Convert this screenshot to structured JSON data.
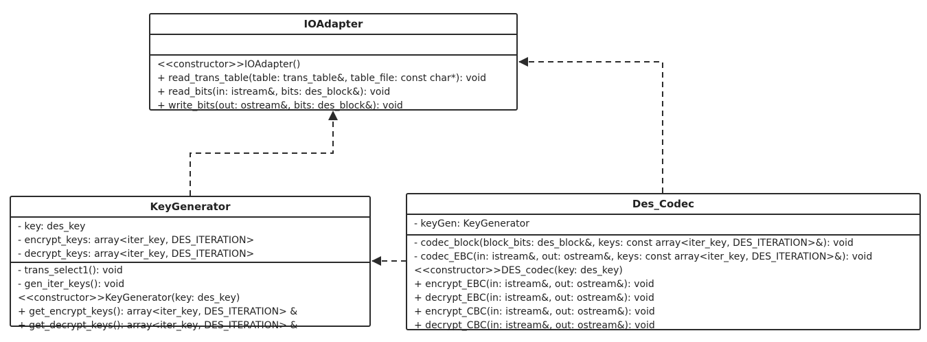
{
  "classes": {
    "ioadapter": {
      "name": "IOAdapter",
      "attributes": [],
      "operations": [
        "<<constructor>>IOAdapter()",
        "+ read_trans_table(table: trans_table&, table_file: const char*): void",
        "+ read_bits(in: istream&, bits: des_block&): void",
        "+ write_bits(out: ostream&, bits: des_block&): void"
      ]
    },
    "keygenerator": {
      "name": "KeyGenerator",
      "attributes": [
        "- key: des_key",
        "- encrypt_keys: array<iter_key, DES_ITERATION>",
        "- decrypt_keys: array<iter_key, DES_ITERATION>"
      ],
      "operations": [
        "- trans_select1(): void",
        "- gen_iter_keys(): void",
        "<<constructor>>KeyGenerator(key: des_key)",
        "+ get_encrypt_keys(): array<iter_key, DES_ITERATION> &",
        "+ get_decrypt_keys(): array<iter_key, DES_ITERATION> &"
      ]
    },
    "des_codec": {
      "name": "Des_Codec",
      "attributes": [
        "- keyGen: KeyGenerator"
      ],
      "operations": [
        "- codec_block(block_bits: des_block&, keys: const array<iter_key, DES_ITERATION>&): void",
        "- codec_EBC(in: istream&, out: ostream&, keys: const array<iter_key, DES_ITERATION>&): void",
        "<<constructor>>DES_codec(key: des_key)",
        "+ encrypt_EBC(in: istream&, out: ostream&): void",
        "+ decrypt_EBC(in: istream&, out: ostream&): void",
        "+ encrypt_CBC(in: istream&, out: ostream&): void",
        "+ decrypt_CBC(in: istream&, out: ostream&): void"
      ]
    }
  },
  "relations": [
    {
      "from": "keygenerator",
      "to": "ioadapter",
      "style": "dashed"
    },
    {
      "from": "des_codec",
      "to": "ioadapter",
      "style": "dashed"
    },
    {
      "from": "des_codec",
      "to": "keygenerator",
      "style": "dashed"
    }
  ],
  "colors": {
    "line": "#2b2b2b",
    "background": "#ffffff"
  }
}
